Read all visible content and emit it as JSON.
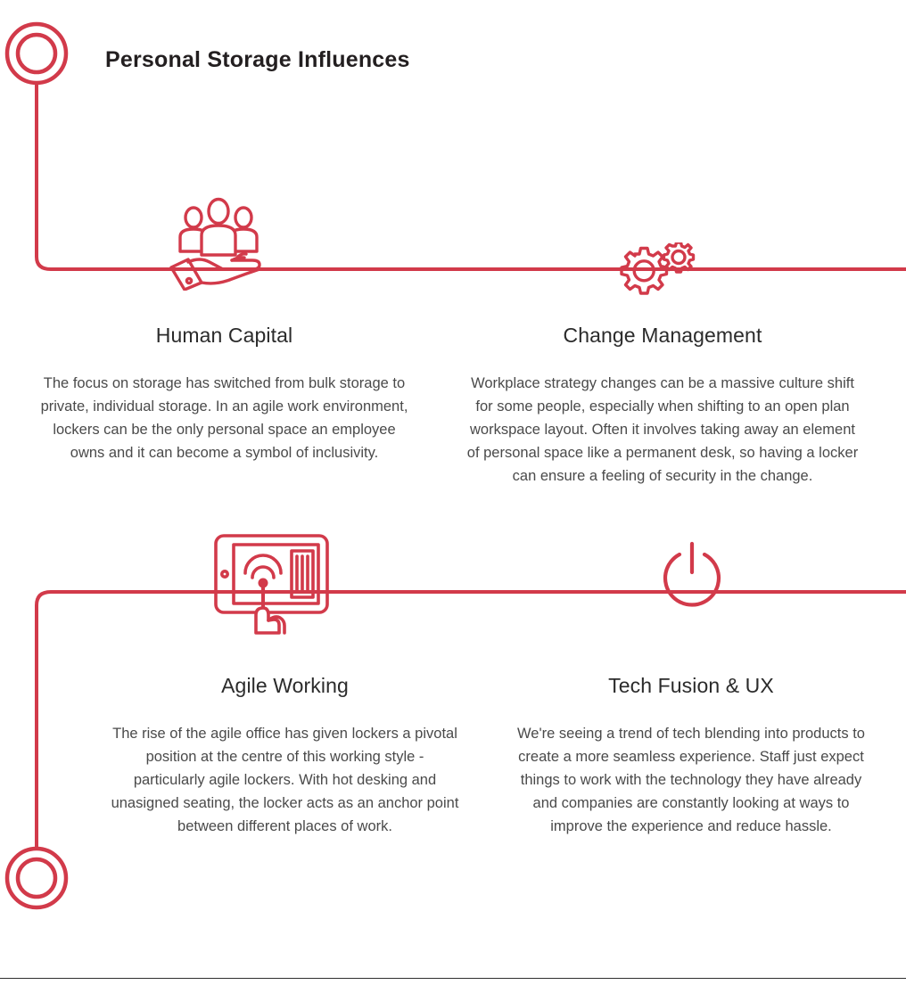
{
  "title": "Personal Storage Influences",
  "theme": {
    "accent_red": "#D23A4A",
    "title_color": "#231f20",
    "heading_color": "#2b2b2b",
    "body_color": "#4a4a4a",
    "background": "#ffffff",
    "rule_color": "#2e2e2e"
  },
  "markers": {
    "start_node": "double-ring-circle",
    "end_node": "double-ring-circle"
  },
  "sections": [
    {
      "id": "human-capital",
      "icon": "people-in-hand-icon",
      "heading": "Human Capital",
      "body": "The focus on storage has switched from bulk storage to private, individual storage. In an agile work environment, lockers can be the only personal space an employee owns and it can become a symbol of inclusivity."
    },
    {
      "id": "change-management",
      "icon": "gears-icon",
      "heading": "Change Management",
      "body": "Workplace strategy changes can be a massive culture shift for some people, especially when shifting to an open plan workspace layout. Often it involves taking away an element of personal space like a permanent desk, so having a locker can ensure a feeling of security in the change."
    },
    {
      "id": "agile-working",
      "icon": "tablet-touch-icon",
      "heading": "Agile Working",
      "body": "The rise of the agile office has given lockers a pivotal position at the centre of this working style - particularly agile lockers. With hot desking and unasigned seating, the locker acts as an anchor point between different places of work."
    },
    {
      "id": "tech-fusion-ux",
      "icon": "power-button-icon",
      "heading": "Tech Fusion & UX",
      "body": "We're seeing a trend of tech blending into products to create a more seamless experience. Staff just expect things to work with the technology they have already and companies are constantly looking at ways to improve the experience and reduce hassle."
    }
  ]
}
